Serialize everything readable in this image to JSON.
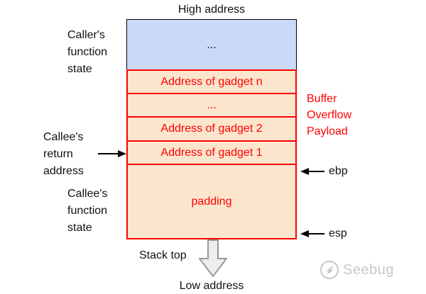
{
  "labels": {
    "high_address": "High address",
    "low_address": "Low address",
    "stack_top": "Stack top",
    "caller_state": "Caller's\nfunction\nstate",
    "callee_return": "Callee's\nreturn\naddress",
    "callee_state": "Callee's\nfunction\nstate",
    "buffer_overflow": "Buffer\nOverflow\nPayload",
    "ebp": "ebp",
    "esp": "esp"
  },
  "stack": {
    "caller_box": "...",
    "rows": [
      {
        "label": "Address of gadget n"
      },
      {
        "label": "..."
      },
      {
        "label": "Address of gadget 2"
      },
      {
        "label": "Address of gadget 1"
      }
    ],
    "padding": "padding"
  },
  "watermark": {
    "text": "Seebug"
  },
  "colors": {
    "red_accent": "#ff0000",
    "payload_fill": "#fce5cd",
    "caller_fill": "#c9daf8",
    "watermark_gray": "#c8c8c8",
    "arrow_fill": "#ededed"
  }
}
